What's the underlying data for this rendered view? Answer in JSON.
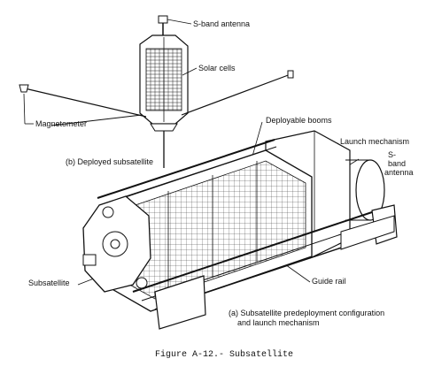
{
  "labels": {
    "s_band_antenna_top": "S-band antenna",
    "solar_cells": "Solar cells",
    "magnetometer": "Magnetometer",
    "deployable_booms": "Deployable booms",
    "deployed_caption": "(b) Deployed subsatellite",
    "launch_mechanism": "Launch mechanism",
    "s_band_line1": "S-",
    "s_band_line2": "band",
    "s_band_line3": "antenna",
    "subsatellite": "Subsatellite",
    "guide_rail": "Guide rail",
    "predeploy_line1": "(a) Subsatellite predeployment configuration",
    "predeploy_line2": "and launch mechanism"
  },
  "figure_caption": "Figure A-12.- Subsatellite"
}
